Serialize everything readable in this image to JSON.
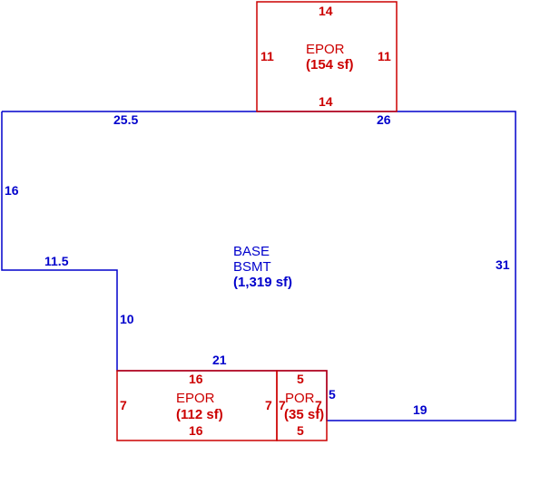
{
  "colors": {
    "base": "#0000cc",
    "porch": "#cc0000",
    "background": "#ffffff"
  },
  "base_area": {
    "name_line1": "BASE",
    "name_line2": "BSMT",
    "size": "(1,319 sf)",
    "dimensions": {
      "top_left": "25.5",
      "top_right": "26",
      "left": "16",
      "step_top": "11.5",
      "step_side": "10",
      "bottom_inner": "21",
      "right": "31",
      "bottom_right": "19",
      "notch_side": "5"
    }
  },
  "epor_top": {
    "name": "EPOR",
    "size": "(154 sf)",
    "top": "14",
    "bottom": "14",
    "left": "11",
    "right": "11"
  },
  "epor_bottom": {
    "name": "EPOR",
    "size": "(112 sf)",
    "top": "16",
    "bottom": "16",
    "left": "7",
    "right": "7"
  },
  "por": {
    "name": "POR",
    "size": "(35 sf)",
    "top": "5",
    "bottom": "5",
    "left": "7",
    "right": "7"
  }
}
